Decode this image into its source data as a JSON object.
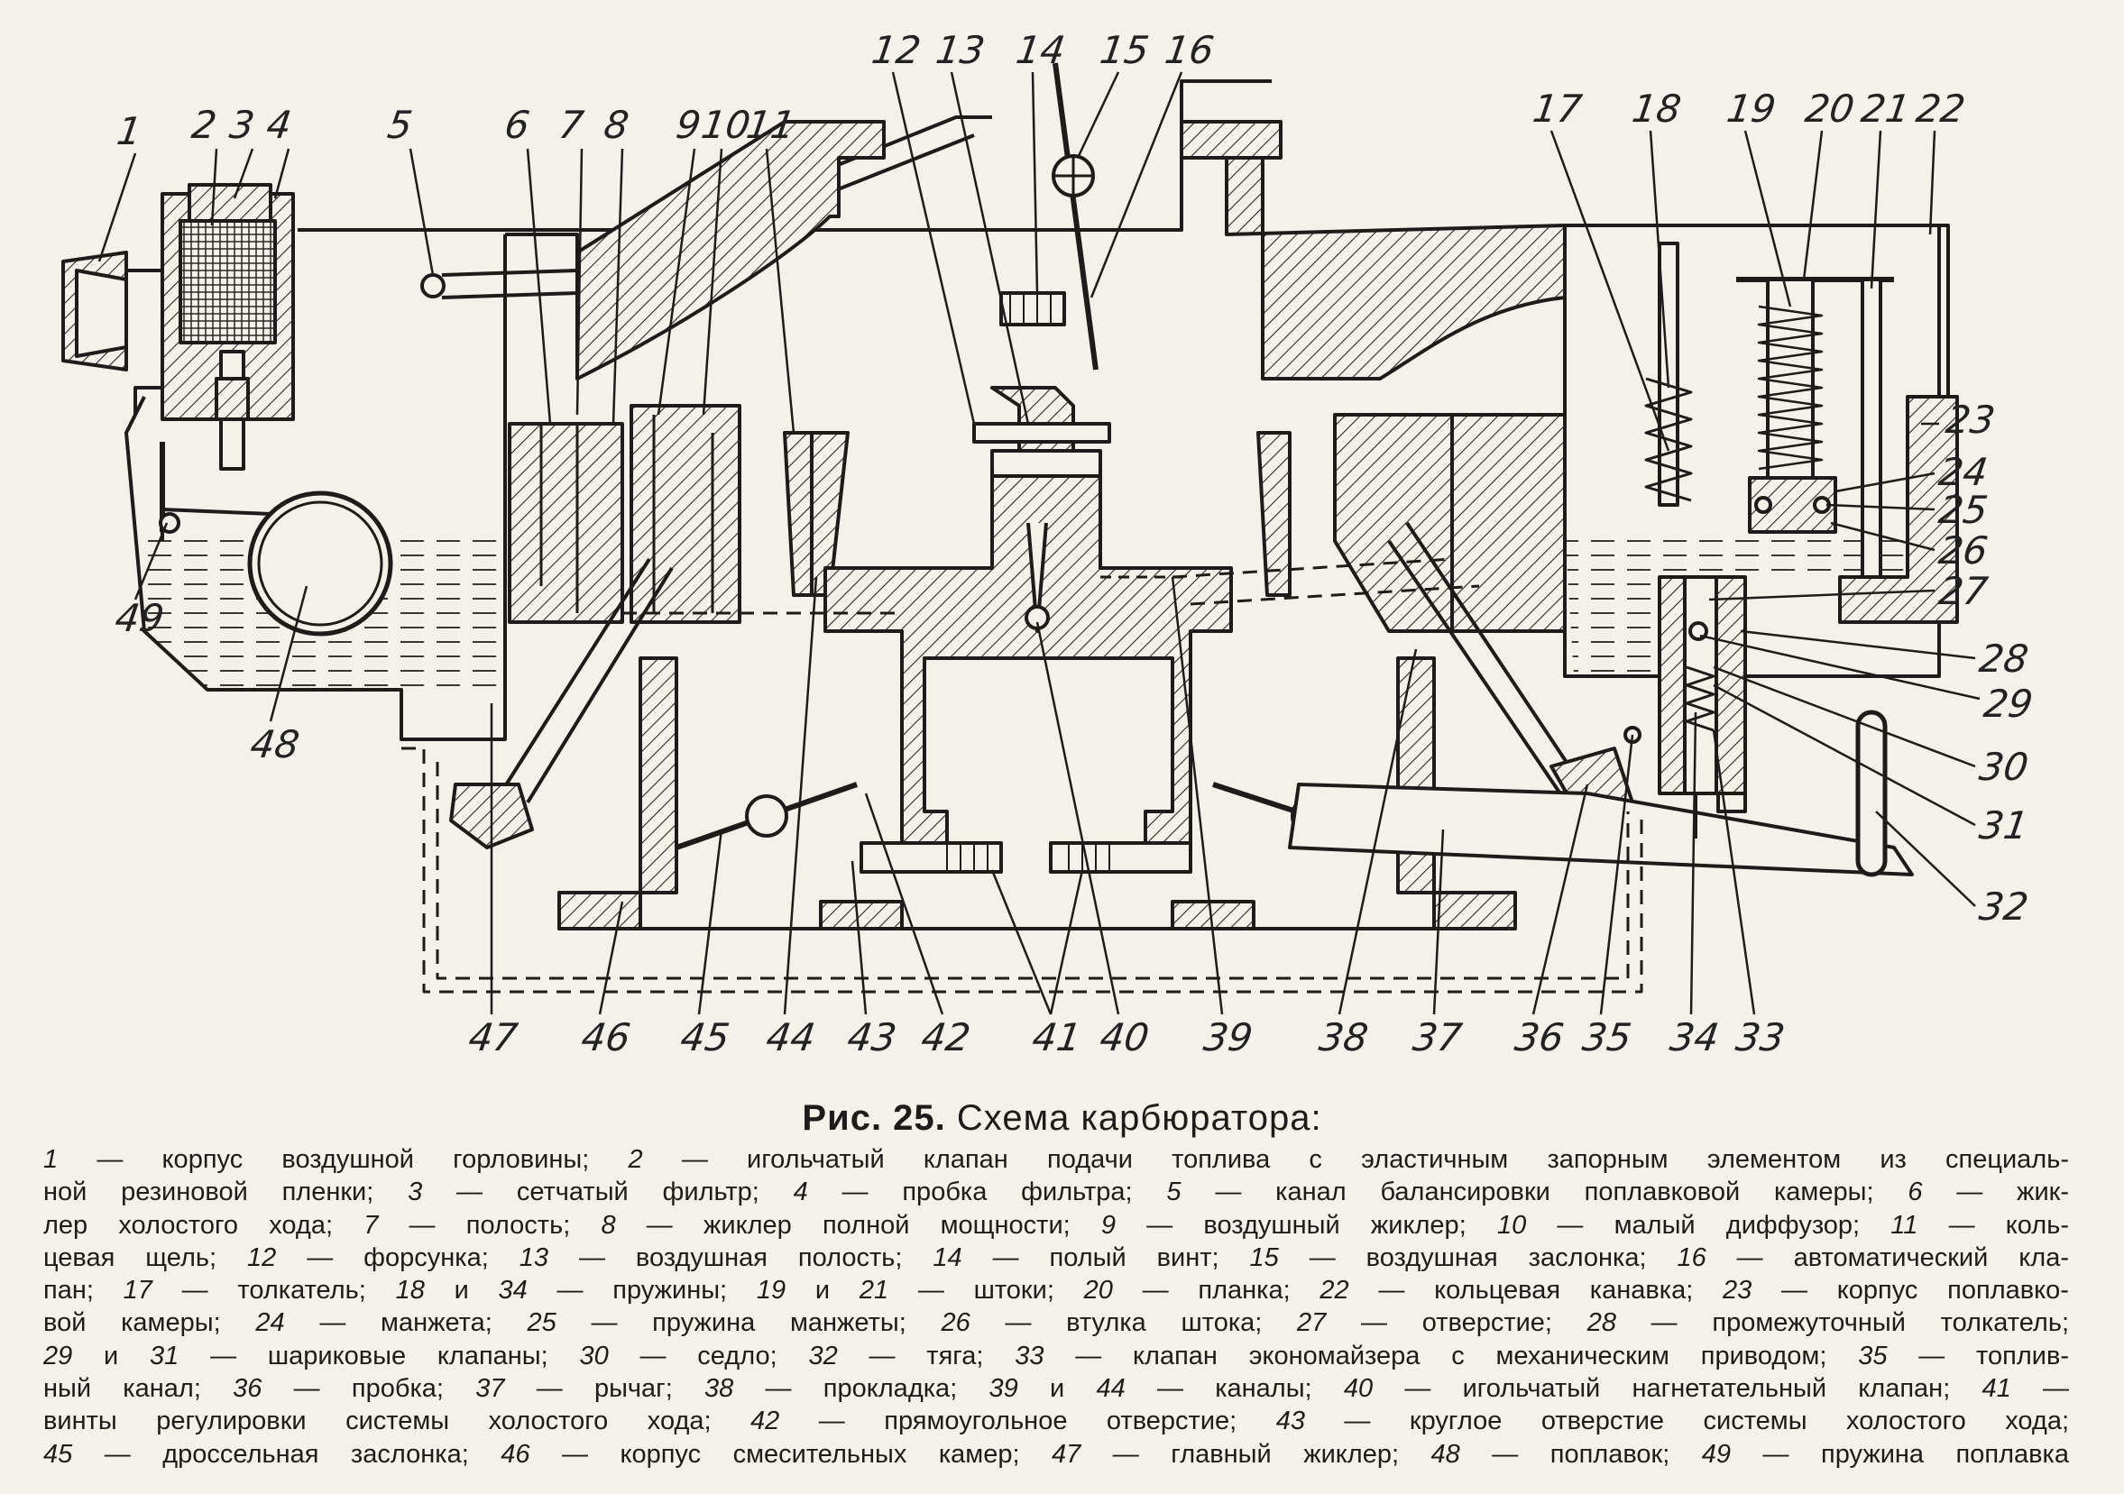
{
  "caption": {
    "fig": "Рис. 25.",
    "title": "Схема карбюратора:"
  },
  "labels": [
    "1",
    "2",
    "3",
    "4",
    "5",
    "6",
    "7",
    "8",
    "9",
    "10",
    "11",
    "12",
    "13",
    "14",
    "15",
    "16",
    "17",
    "18",
    "19",
    "20",
    "21",
    "22",
    "23",
    "24",
    "25",
    "26",
    "27",
    "28",
    "29",
    "30",
    "31",
    "32",
    "33",
    "34",
    "35",
    "36",
    "37",
    "38",
    "39",
    "40",
    "41",
    "42",
    "43",
    "44",
    "45",
    "46",
    "47",
    "48",
    "49"
  ],
  "legend": [
    [
      {
        "n": "1"
      },
      {
        "t": " — корпус воздушной горловины; "
      },
      {
        "n": "2"
      },
      {
        "t": " — игольчатый клапан подачи топлива с эластичным запорным элементом из специаль-"
      }
    ],
    [
      {
        "t": "ной резиновой пленки; "
      },
      {
        "n": "3"
      },
      {
        "t": " — сетчатый фильтр; "
      },
      {
        "n": "4"
      },
      {
        "t": " — пробка фильтра; "
      },
      {
        "n": "5"
      },
      {
        "t": " — канал балансировки поплавковой камеры; "
      },
      {
        "n": "6"
      },
      {
        "t": " — жик-"
      }
    ],
    [
      {
        "t": "лер холостого хода; "
      },
      {
        "n": "7"
      },
      {
        "t": " — полость; "
      },
      {
        "n": "8"
      },
      {
        "t": " — жиклер полной мощности; "
      },
      {
        "n": "9"
      },
      {
        "t": " — воздушный жиклер; "
      },
      {
        "n": "10"
      },
      {
        "t": " — малый диффузор; "
      },
      {
        "n": "11"
      },
      {
        "t": " — коль-"
      }
    ],
    [
      {
        "t": "цевая щель; "
      },
      {
        "n": "12"
      },
      {
        "t": " — форсунка; "
      },
      {
        "n": "13"
      },
      {
        "t": " — воздушная полость; "
      },
      {
        "n": "14"
      },
      {
        "t": " — полый винт; "
      },
      {
        "n": "15"
      },
      {
        "t": " — воздушная заслонка; "
      },
      {
        "n": "16"
      },
      {
        "t": " — автоматический кла-"
      }
    ],
    [
      {
        "t": "пан; "
      },
      {
        "n": "17"
      },
      {
        "t": " — толкатель; "
      },
      {
        "n": "18"
      },
      {
        "t": " и "
      },
      {
        "n": "34"
      },
      {
        "t": " — пружины; "
      },
      {
        "n": "19"
      },
      {
        "t": " и "
      },
      {
        "n": "21"
      },
      {
        "t": " — штоки; "
      },
      {
        "n": "20"
      },
      {
        "t": " — планка; "
      },
      {
        "n": "22"
      },
      {
        "t": " — кольцевая канавка; "
      },
      {
        "n": "23"
      },
      {
        "t": " — корпус поплавко-"
      }
    ],
    [
      {
        "t": "вой камеры; "
      },
      {
        "n": "24"
      },
      {
        "t": " — манжета; "
      },
      {
        "n": "25"
      },
      {
        "t": " — пружина манжеты; "
      },
      {
        "n": "26"
      },
      {
        "t": " — втулка штока; "
      },
      {
        "n": "27"
      },
      {
        "t": " — отверстие; "
      },
      {
        "n": "28"
      },
      {
        "t": " — промежуточный толкатель;"
      }
    ],
    [
      {
        "n": "29"
      },
      {
        "t": " и "
      },
      {
        "n": "31"
      },
      {
        "t": " — шариковые клапаны; "
      },
      {
        "n": "30"
      },
      {
        "t": " — седло; "
      },
      {
        "n": "32"
      },
      {
        "t": " — тяга; "
      },
      {
        "n": "33"
      },
      {
        "t": " — клапан экономайзера с механическим приводом; "
      },
      {
        "n": "35"
      },
      {
        "t": " — топлив-"
      }
    ],
    [
      {
        "t": "ный канал; "
      },
      {
        "n": "36"
      },
      {
        "t": " — пробка; "
      },
      {
        "n": "37"
      },
      {
        "t": " — рычаг; "
      },
      {
        "n": "38"
      },
      {
        "t": " — прокладка; "
      },
      {
        "n": "39"
      },
      {
        "t": " и "
      },
      {
        "n": "44"
      },
      {
        "t": " — каналы; "
      },
      {
        "n": "40"
      },
      {
        "t": " — игольчатый нагнетательный клапан; "
      },
      {
        "n": "41"
      },
      {
        "t": " —"
      }
    ],
    [
      {
        "t": "винты регулировки системы холостого хода; "
      },
      {
        "n": "42"
      },
      {
        "t": " — прямоугольное отверстие; "
      },
      {
        "n": "43"
      },
      {
        "t": " — круглое отверстие системы холостого хода;"
      }
    ],
    [
      {
        "n": "45"
      },
      {
        "t": " — дроссельная заслонка; "
      },
      {
        "n": "46"
      },
      {
        "t": " — корпус смесительных камер; "
      },
      {
        "n": "47"
      },
      {
        "t": " — главный жиклер; "
      },
      {
        "n": "48"
      },
      {
        "t": " — поплавок; "
      },
      {
        "n": "49"
      },
      {
        "t": " — пружина поплавка"
      }
    ]
  ]
}
